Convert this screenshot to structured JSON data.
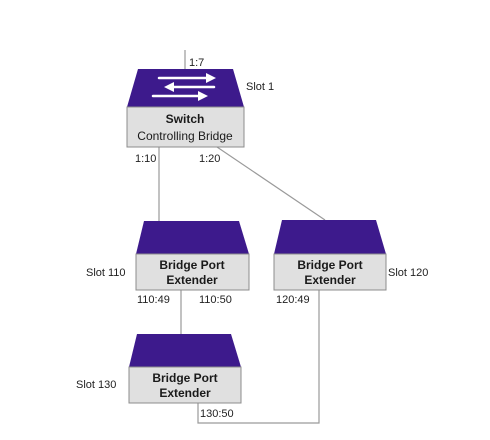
{
  "colors": {
    "device_top": "#3d1a8c",
    "device_body": "#e0e0e0",
    "wire": "#9a9a9a",
    "arrow": "#ffffff"
  },
  "switch": {
    "name": "Switch",
    "role": "Controlling Bridge",
    "slot": "Slot 1",
    "uplink_port": "1:7",
    "port_left": "1:10",
    "port_right": "1:20",
    "icon": "bidirectional-arrows-icon"
  },
  "bpe_110": {
    "name_line1": "Bridge Port",
    "name_line2": "Extender",
    "slot": "Slot 110",
    "port_left": "110:49",
    "port_right": "110:50"
  },
  "bpe_120": {
    "name_line1": "Bridge Port",
    "name_line2": "Extender",
    "slot": "Slot 120",
    "port_left": "120:49"
  },
  "bpe_130": {
    "name_line1": "Bridge Port",
    "name_line2": "Extender",
    "slot": "Slot 130",
    "port_bottom": "130:50"
  }
}
